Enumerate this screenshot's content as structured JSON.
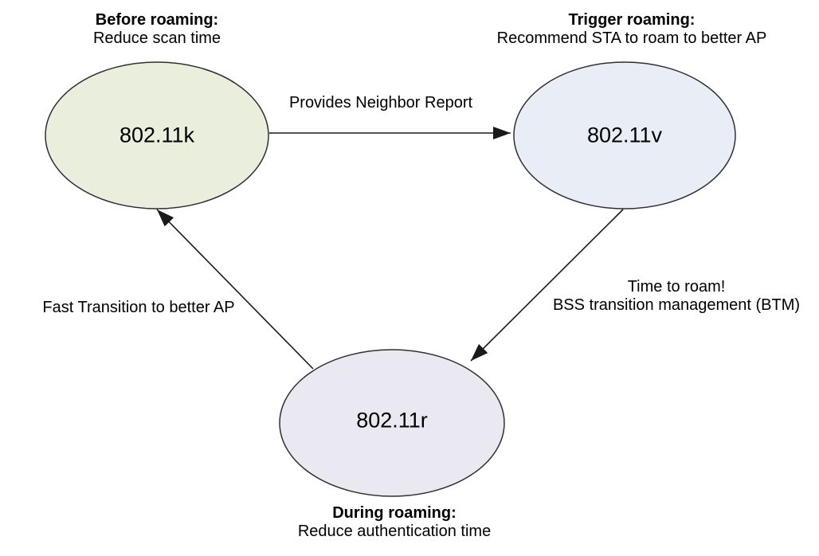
{
  "diagram": {
    "colors": {
      "background": "#ffffff",
      "node_stroke": "#2f2f2f",
      "arrow": "#1a1a1a",
      "text": "#000000"
    },
    "nodes": [
      {
        "id": "802.11k",
        "label": "802.11k",
        "fill": "#e9eedd",
        "caption_title": "Before roaming:",
        "caption_text": "Reduce scan time"
      },
      {
        "id": "802.11v",
        "label": "802.11v",
        "fill": "#e8edf6",
        "caption_title": "Trigger roaming:",
        "caption_text": "Recommend STA to roam to better AP"
      },
      {
        "id": "802.11r",
        "label": "802.11r",
        "fill": "#eae8f1",
        "caption_title": "During roaming:",
        "caption_text": "Reduce authentication time"
      }
    ],
    "edges": [
      {
        "from": "802.11k",
        "to": "802.11v",
        "label": "Provides Neighbor Report"
      },
      {
        "from": "802.11v",
        "to": "802.11r",
        "label_line1": "Time to roam!",
        "label_line2": "BSS transition management (BTM)"
      },
      {
        "from": "802.11r",
        "to": "802.11k",
        "label": "Fast Transition to better AP"
      }
    ]
  }
}
